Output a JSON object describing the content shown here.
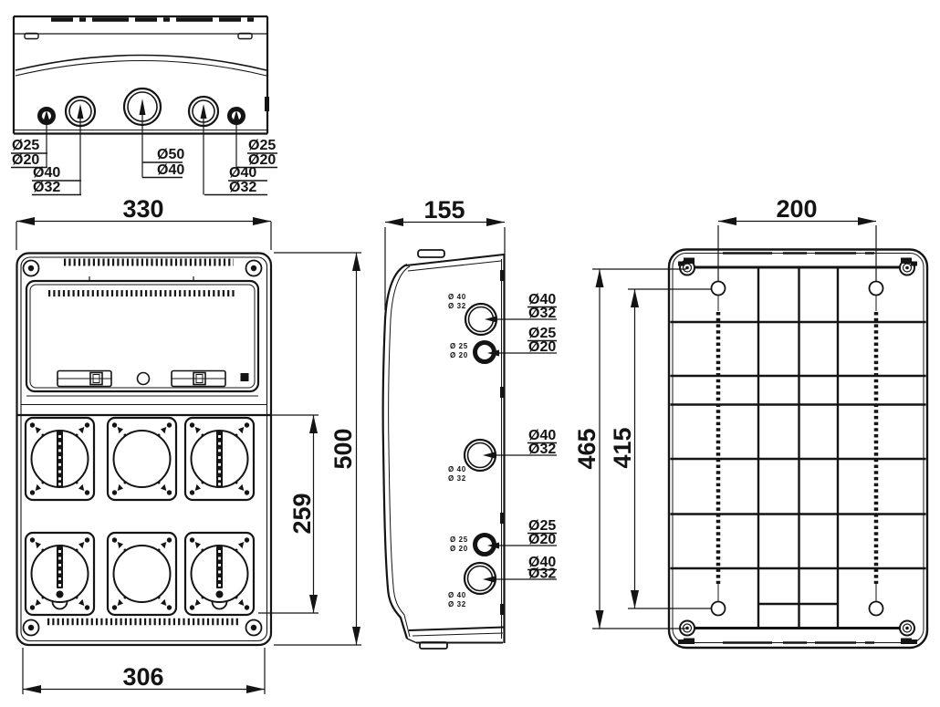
{
  "canvas": {
    "background": "#ffffff",
    "ink": "#141414"
  },
  "top_view": {
    "labels": [
      {
        "l1": "Ø25",
        "l2": "Ø20"
      },
      {
        "l1": "Ø40",
        "l2": "Ø32"
      },
      {
        "l1": "Ø50",
        "l2": "Ø40"
      },
      {
        "l1": "Ø40",
        "l2": "Ø32"
      },
      {
        "l1": "Ø25",
        "l2": "Ø20"
      }
    ]
  },
  "front_view": {
    "dim_width": "330",
    "dim_bottom_width": "306",
    "dim_height": "500",
    "dim_socket_height": "259"
  },
  "side_view": {
    "dim_depth": "155",
    "labels": [
      {
        "l1": "Ø40",
        "l2": "Ø32"
      },
      {
        "l1": "Ø25",
        "l2": "Ø20"
      },
      {
        "l1": "Ø40",
        "l2": "Ø32"
      },
      {
        "l1": "Ø25",
        "l2": "Ø20"
      },
      {
        "l1": "Ø40",
        "l2": "Ø32"
      }
    ],
    "embossed": [
      {
        "l1": "Ø 40",
        "l2": "Ø 32"
      },
      {
        "l1": "Ø 25",
        "l2": "Ø 20"
      },
      {
        "l1": "Ø 40",
        "l2": "Ø 32"
      },
      {
        "l1": "Ø 25",
        "l2": "Ø 20"
      },
      {
        "l1": "Ø 40",
        "l2": "Ø 32"
      }
    ]
  },
  "back_view": {
    "dim_hole_spacing": "200",
    "dim_fixing_height": "465",
    "dim_hole_height": "415"
  }
}
